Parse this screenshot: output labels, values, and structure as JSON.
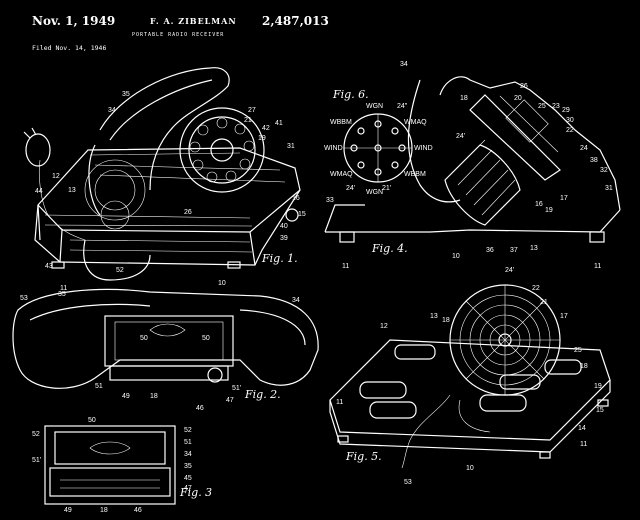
{
  "header": {
    "date": "Nov. 1, 1949",
    "inventor": "F. A. ZIBELMAN",
    "patent_number": "2,487,013",
    "title": "PORTABLE RADIO RECEIVER",
    "filed": "Filed Nov. 14, 1946"
  },
  "figures": {
    "fig1": "Fig. 1.",
    "fig2": "Fig. 2.",
    "fig3": "Fig. 3",
    "fig4": "Fig. 4.",
    "fig5": "Fig. 5.",
    "fig6": "Fig. 6."
  },
  "dial_labels": {
    "wgn_top": "WGN",
    "wbbm_left": "WBBM",
    "wmaq_right": "WMAQ",
    "wind_left": "WIND",
    "wind_right": "WIND",
    "wmaq_left": "WMAQ",
    "wbbm_right": "WBBM",
    "wgn_bottom": "WGN"
  },
  "ref_numerals": {
    "n35": "35",
    "n34": "34",
    "n27": "27",
    "n21": "21",
    "n42": "42",
    "n19": "19",
    "n41": "41",
    "n31": "31",
    "n16": "16",
    "n15": "15",
    "n40": "40",
    "n39": "39",
    "n26": "26",
    "n44": "44",
    "n12": "12",
    "n13": "13",
    "n10": "10",
    "n52": "52",
    "n43": "43",
    "n11": "11",
    "n53": "53",
    "n50": "50",
    "n51": "51",
    "n49": "49",
    "n18": "18",
    "n46": "46",
    "n45": "45",
    "n47": "47",
    "n20": "20",
    "n24": "24",
    "n17": "17",
    "n14": "14",
    "n37": "37",
    "n36": "36",
    "n38": "38",
    "n32": "32",
    "n33": "33",
    "n30": "30",
    "n29": "29",
    "n28": "28",
    "n25": "25",
    "n23": "23",
    "n22": "22",
    "n24p": "24'",
    "n21p": "21'",
    "n22p": "22",
    "n24q": "24\"",
    "n51p": "51'"
  }
}
